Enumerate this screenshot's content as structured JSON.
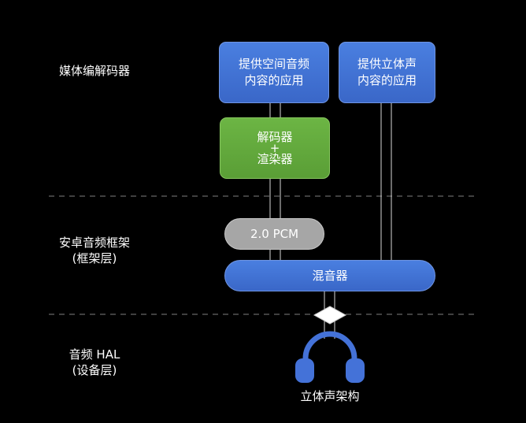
{
  "layers": [
    {
      "id": "codec",
      "lines": [
        "媒体编解码器"
      ]
    },
    {
      "id": "framework",
      "lines": [
        "安卓音频框架",
        "(框架层)"
      ]
    },
    {
      "id": "hal",
      "lines": [
        "音频 HAL",
        "(设备层)"
      ]
    }
  ],
  "boxes": {
    "spatial_app": [
      "提供空间音频",
      "内容的应用"
    ],
    "stereo_app": [
      "提供立体声",
      "内容的应用"
    ],
    "decoder_renderer": [
      "解码器",
      "+",
      "渲染器"
    ],
    "pcm": "2.0 PCM",
    "mixer": "混音器"
  },
  "output": {
    "icon": "headphones-icon",
    "label": "立体声架构"
  },
  "colors": {
    "background": "#000000",
    "blue_box": "#3f70d4",
    "green_box": "#62a83c",
    "gray_pill": "#a6a6a6",
    "connector": "#d9d9d9",
    "divider": "#555555",
    "headphones": "#4472d8"
  }
}
